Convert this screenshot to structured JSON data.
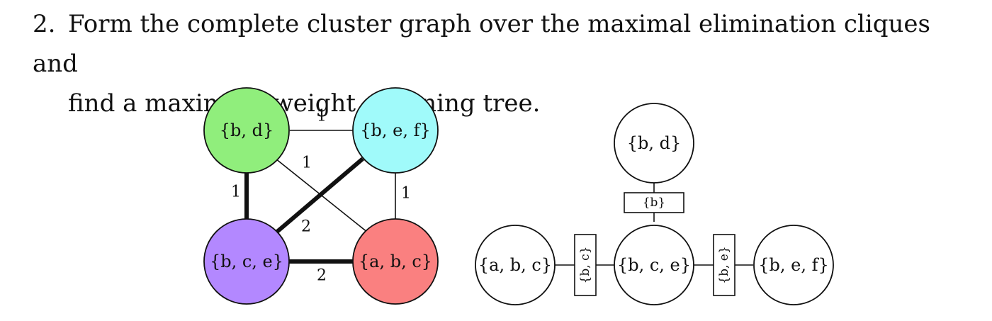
{
  "instruction": {
    "number": "2.",
    "line1": "Form the complete cluster graph over the maximal elimination cliques and",
    "line2": "find a maximum-weight spanning tree."
  },
  "cluster_graph": {
    "nodes": [
      {
        "id": "bd",
        "label": "{b, d}",
        "color": "#90ee7c"
      },
      {
        "id": "bef",
        "label": "{b, e, f}",
        "color": "#a0fafa"
      },
      {
        "id": "bce",
        "label": "{b, c, e}",
        "color": "#b388ff"
      },
      {
        "id": "abc",
        "label": "{a, b, c}",
        "color": "#fa8080"
      }
    ],
    "edges": [
      {
        "from": "bd",
        "to": "bef",
        "weight": "1",
        "bold": false
      },
      {
        "from": "bd",
        "to": "bce",
        "weight": "1",
        "bold": true
      },
      {
        "from": "bd",
        "to": "abc",
        "weight": "1",
        "bold": false
      },
      {
        "from": "bef",
        "to": "abc",
        "weight": "1",
        "bold": false
      },
      {
        "from": "bef",
        "to": "bce",
        "weight": "2",
        "bold": true
      },
      {
        "from": "bce",
        "to": "abc",
        "weight": "2",
        "bold": true
      }
    ]
  },
  "spanning_tree": {
    "nodes": [
      {
        "id": "bd",
        "label": "{b, d}"
      },
      {
        "id": "abc",
        "label": "{a, b, c}"
      },
      {
        "id": "bce",
        "label": "{b, c, e}"
      },
      {
        "id": "bef",
        "label": "{b, e, f}"
      }
    ],
    "separators": [
      {
        "between": [
          "bd",
          "bce"
        ],
        "label": "{b}",
        "orientation": "horizontal"
      },
      {
        "between": [
          "abc",
          "bce"
        ],
        "label": "{b, c}",
        "orientation": "vertical"
      },
      {
        "between": [
          "bce",
          "bef"
        ],
        "label": "{b, e}",
        "orientation": "vertical"
      }
    ]
  }
}
